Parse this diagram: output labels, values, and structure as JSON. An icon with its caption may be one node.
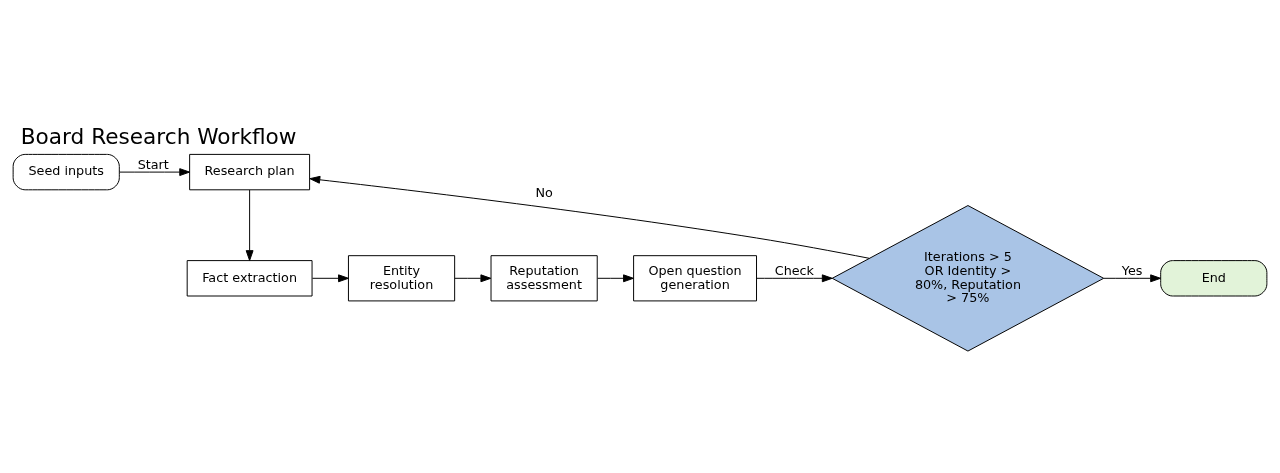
{
  "diagram": {
    "title": "Board Research Workflow",
    "nodes": [
      {
        "text": [
          "Seed inputs"
        ]
      },
      {
        "text": [
          "Research plan"
        ]
      },
      {
        "text": [
          "Fact extraction"
        ]
      },
      {
        "text": [
          "Entity resolution"
        ]
      },
      {
        "text": [
          "Reputation assessment"
        ]
      },
      {
        "text": [
          "Open question generation"
        ]
      },
      {
        "text": [
          "Iterations > 5 OR Identity > 80%, Reputation > 75%"
        ]
      },
      {
        "text": [
          "End"
        ]
      }
    ],
    "edges": [
      {
        "from": 0,
        "to": 1,
        "arrow": "to",
        "label": "Start"
      },
      {
        "from": 1,
        "to": 2,
        "arrow": "to"
      },
      {
        "from": 2,
        "to": 3,
        "arrow": "to"
      },
      {
        "from": 3,
        "to": 4,
        "arrow": "to"
      },
      {
        "from": 4,
        "to": 5,
        "arrow": "to"
      },
      {
        "from": 5,
        "to": 6,
        "arrow": "to",
        "label": "Check"
      },
      {
        "from": 6,
        "to": 1,
        "arrow": "to",
        "label": "No"
      },
      {
        "from": 6,
        "to": 7,
        "arrow": "to",
        "label": "Yes"
      }
    ]
  }
}
